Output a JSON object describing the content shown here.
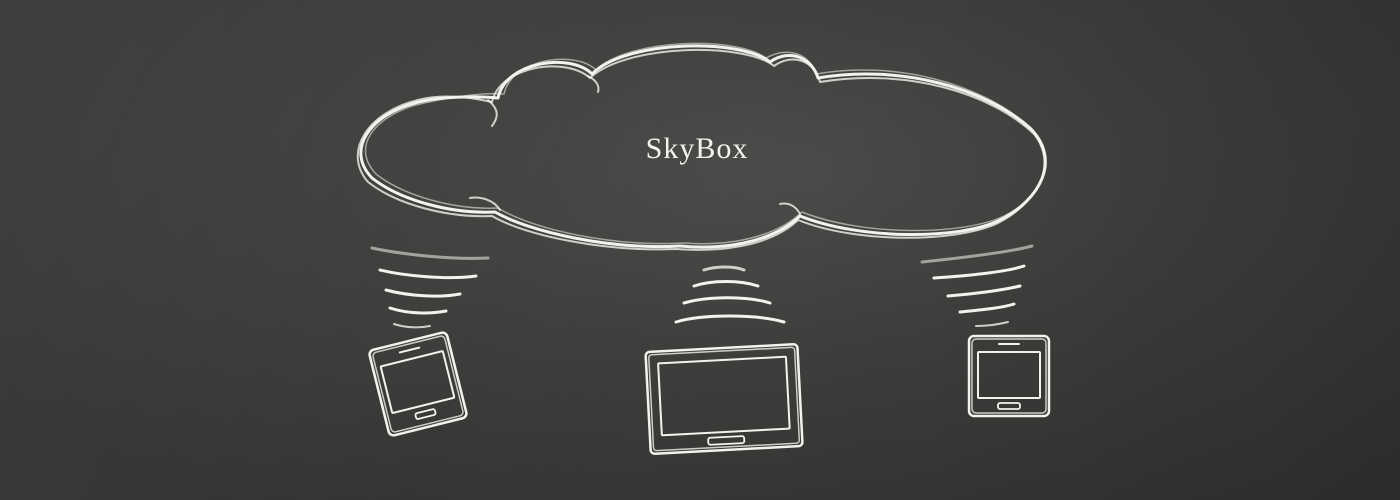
{
  "cloud": {
    "label": "SkyBox"
  },
  "devices": [
    {
      "type": "phone",
      "icon": "smartphone-icon"
    },
    {
      "type": "tablet",
      "icon": "tablet-icon"
    },
    {
      "type": "phone",
      "icon": "smartphone-icon"
    }
  ],
  "colors": {
    "chalkboard": "#3f3f3d",
    "chalk": "#f2f2ee"
  }
}
